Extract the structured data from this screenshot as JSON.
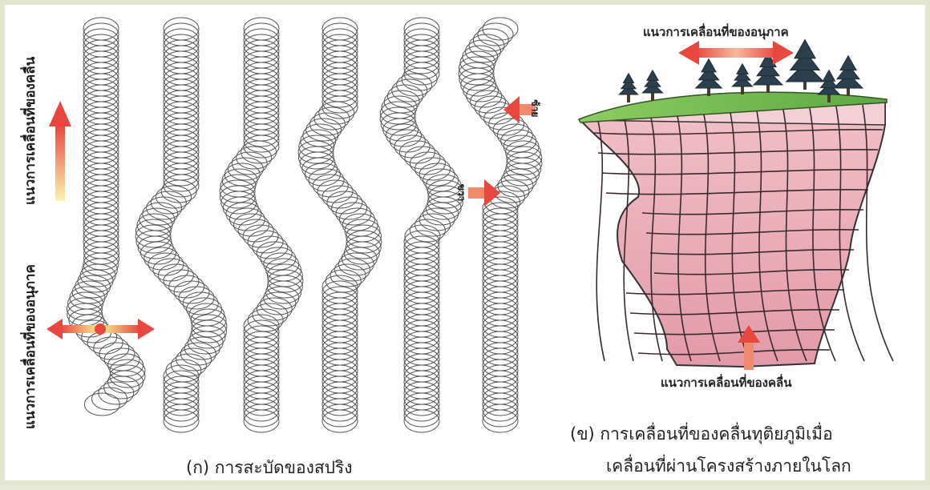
{
  "part_a": {
    "vertical_label_wave": "แนวการเคลื่อนที่ของคลื่น",
    "vertical_label_particle": "แนวการเคลื่อนที่ของอนุภาค",
    "label_right": "ขวา",
    "label_left": "ซ้าย",
    "caption": "(ก) การสะบัดของสปริง"
  },
  "part_b": {
    "top_label": "แนวการเคลื่อนที่ของอนุภาค",
    "bottom_label": "แนวการเคลื่อนที่ของคลื่น",
    "caption_line1": "(ข)  การเคลื่อนที่ของคลื่นทุติยภูมิเมื่อ",
    "caption_line2": "เคลื่อนที่ผ่านโครงสร้างภายในโลก"
  },
  "colors": {
    "arrow": "#e8473f",
    "arrow_fade": "#f7e58a",
    "ground": "#e9a9b4",
    "grass": "#7fbf5a",
    "tree": "#2b3f4c"
  }
}
